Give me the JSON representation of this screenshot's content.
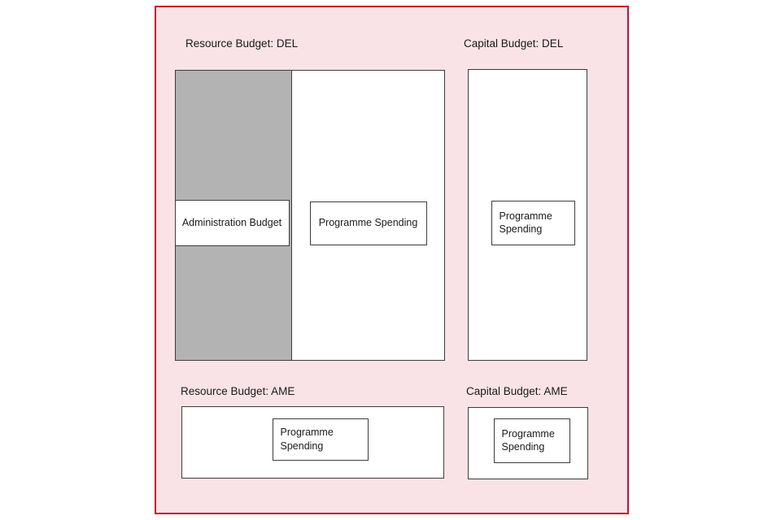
{
  "canvas": {
    "page_bg": "#ffffff",
    "frame_bg": "#f9e3e6",
    "frame_border": "#c8102e",
    "box_border": "#3d3d3d",
    "gray_fill": "#b4b3b3",
    "white_fill": "#ffffff",
    "text_color": "#1a1a1a"
  },
  "sections": {
    "resource_del": {
      "label": "Resource Budget: DEL",
      "admin_label": "Administration Budget",
      "programme_label": "Programme Spending"
    },
    "capital_del": {
      "label": "Capital Budget: DEL",
      "programme_label": "Programme Spending"
    },
    "resource_ame": {
      "label": "Resource Budget: AME",
      "programme_label": "Programme Spending"
    },
    "capital_ame": {
      "label": "Capital Budget: AME",
      "programme_label": "Programme Spending"
    }
  }
}
